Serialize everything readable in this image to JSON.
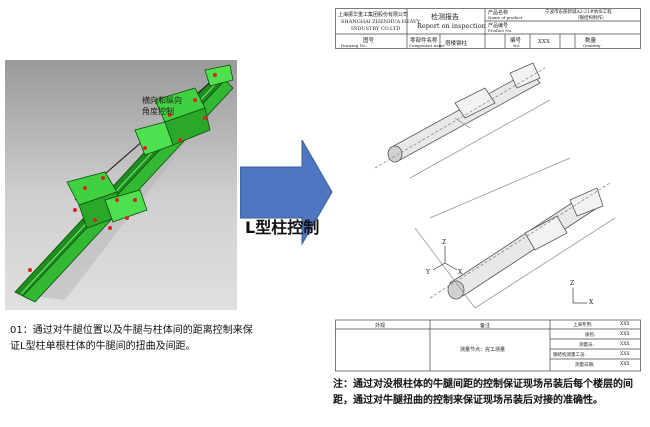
{
  "left": {
    "model_label_line1": "横向和纵向",
    "model_label_line2": "角度控制",
    "note": "01：通过对牛腿位置以及牛腿与柱体间的距离控制来保证L型柱单根柱体的牛腿间的扭曲及间距。"
  },
  "arrow": {
    "label": "L型柱控制",
    "color": "#4d77c0"
  },
  "report": {
    "company_cn": "上海振华重工集团股份有限公司",
    "company_en1": "SHANGHAI ZHENHUA HEAVY",
    "company_en2": "INDUSTRY CO.LTD",
    "title_cn": "检测报告",
    "title_en": "Report on inspection",
    "product_name_label": "产品名称",
    "product_name_label_en": "Name of product",
    "product_name_value": "宁波市东部新城A2-21#地块工程",
    "product_name_value2": "（钢结构制作）",
    "product_no_label": "产品编号",
    "product_no_label_en": "Product No.",
    "drawing_no_label": "图号",
    "drawing_no_label_en": "Drawing No.",
    "component_label": "零部件名称",
    "component_label_en": "Component name",
    "component_value": "塔楼钢柱",
    "number_label": "编号",
    "number_label_en": "No.",
    "number_value": "XXX",
    "quantity_label": "数量",
    "quantity_label_en": "Quantity",
    "footer_col1": "外观",
    "footer_col2": "备注",
    "footer_node": "测量节点：",
    "footer_node_value": "完工测量",
    "footer_rows": [
      {
        "label": "上海专用:",
        "value": "XXX"
      },
      {
        "label": "质检:",
        "value": "XXX"
      },
      {
        "label": "测量员:",
        "value": "XXX"
      },
      {
        "label": "钢结构测量工员:",
        "value": "XXX"
      },
      {
        "label": "测量日期:",
        "value": "XXX"
      }
    ],
    "axis_x": "X",
    "axis_y": "Y",
    "axis_z": "Z"
  },
  "right_note": "注：通过对没根柱体的牛腿间距的控制保证现场吊装后每个楼层的间距，通过对牛腿扭曲的控制来保证现场吊装后对接的准确性。"
}
